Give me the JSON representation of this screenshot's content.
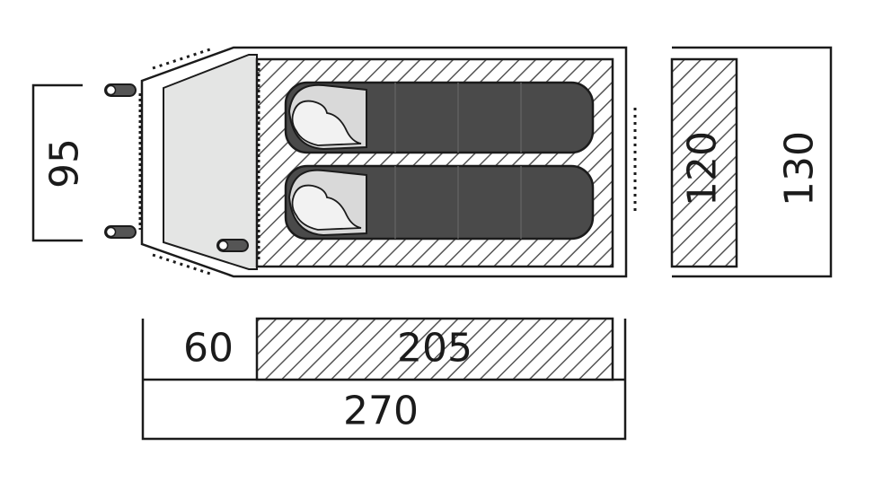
{
  "colors": {
    "outline": "#1b1b1b",
    "vestibule_fill": "#e4e5e4",
    "sleeping_bag": "#4a4a4a",
    "hatch": "#555555",
    "pillow": "#d9d9d9",
    "head": "#f2f2f2"
  },
  "icons": [
    "tent-peg-icon",
    "sleeping-bag-icon",
    "person-head-icon"
  ],
  "dimensions": {
    "vestibule_width": "95",
    "inner_width": "120",
    "total_width": "130",
    "vestibule_length": "60",
    "inner_length": "205",
    "total_length": "270"
  }
}
